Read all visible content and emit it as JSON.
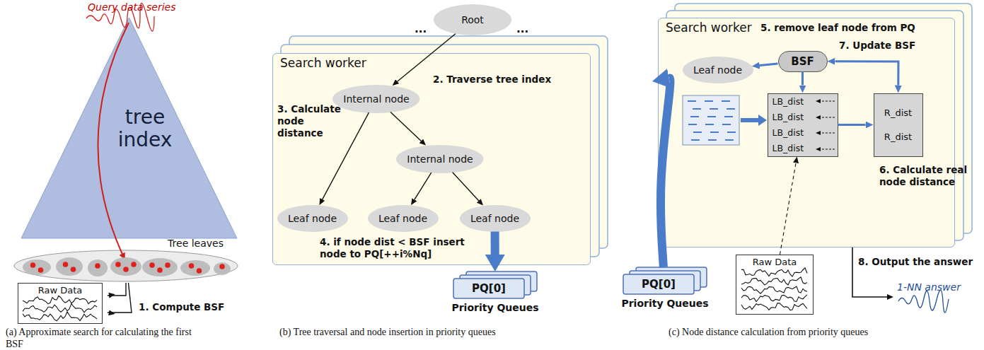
{
  "diagram": {
    "nodes": [
      {
        "text": [
          "tree index"
        ]
      },
      {
        "text": [
          "Tree leaves"
        ]
      },
      {
        "text": [
          "Raw Data"
        ]
      },
      {
        "text": [
          "Root"
        ]
      },
      {
        "text": [
          "Search worker"
        ]
      },
      {
        "text": [
          "Internal node"
        ],
        "in": 4
      },
      {
        "text": [
          "Internal node"
        ],
        "in": 4
      },
      {
        "text": [
          "Leaf node"
        ],
        "in": 4
      },
      {
        "text": [
          "Leaf node"
        ],
        "in": 4
      },
      {
        "text": [
          "Leaf node"
        ],
        "in": 4
      },
      {
        "text": [
          "PQ[0]",
          "Priority Queues"
        ]
      },
      {
        "text": [
          "Search worker"
        ]
      },
      {
        "text": [
          "Leaf node"
        ],
        "in": 11
      },
      {
        "text": [
          "BSF"
        ],
        "in": 11
      },
      {
        "text": [
          "LB_dist",
          "LB_dist",
          "LB_dist",
          "LB_dist"
        ],
        "in": 11
      },
      {
        "text": [
          "R_dist",
          "R_dist"
        ],
        "in": 11
      },
      {
        "text": [
          "PQ[0]",
          "Priority Queues"
        ]
      },
      {
        "text": [
          "Raw Data"
        ]
      }
    ],
    "edges": [
      {
        "from": 1,
        "to": 2,
        "arrow": "to"
      },
      {
        "from": 1,
        "to": 2,
        "arrow": "to"
      },
      {
        "from": 3,
        "to": 5,
        "arrow": "to"
      },
      {
        "from": 5,
        "to": 7,
        "arrow": "to"
      },
      {
        "from": 5,
        "to": 6,
        "arrow": "to"
      },
      {
        "from": 6,
        "to": 8,
        "arrow": "to"
      },
      {
        "from": 6,
        "to": 9,
        "arrow": "to"
      },
      {
        "from": 9,
        "to": 10,
        "arrow": "to"
      },
      {
        "from": 16,
        "to": 12,
        "arrow": "to"
      },
      {
        "from": 13,
        "to": 12,
        "arrow": "to"
      },
      {
        "from": 13,
        "to": 14,
        "arrow": "to"
      },
      {
        "from": 13,
        "to": 15,
        "arrow": "both"
      },
      {
        "from": 14,
        "to": 15,
        "arrow": "to"
      },
      {
        "from": 17,
        "to": 14,
        "arrow": "to"
      }
    ],
    "labels": [
      "Query data series",
      "1. Compute BSF",
      "(a) Approximate search for calculating the first BSF",
      "...",
      "...",
      "2. Traverse tree index",
      "3. Calculate node distance",
      "4. if node dist < BSF insert node to PQ[++i%Nq]",
      "(b) Tree traversal and node insertion in priority queues",
      "5. remove leaf node from PQ",
      "7. Update BSF",
      "6. Calculate real node distance",
      "8. Output the answer",
      "1-NN answer",
      "(c) Node distance calculation from priority queues"
    ]
  }
}
